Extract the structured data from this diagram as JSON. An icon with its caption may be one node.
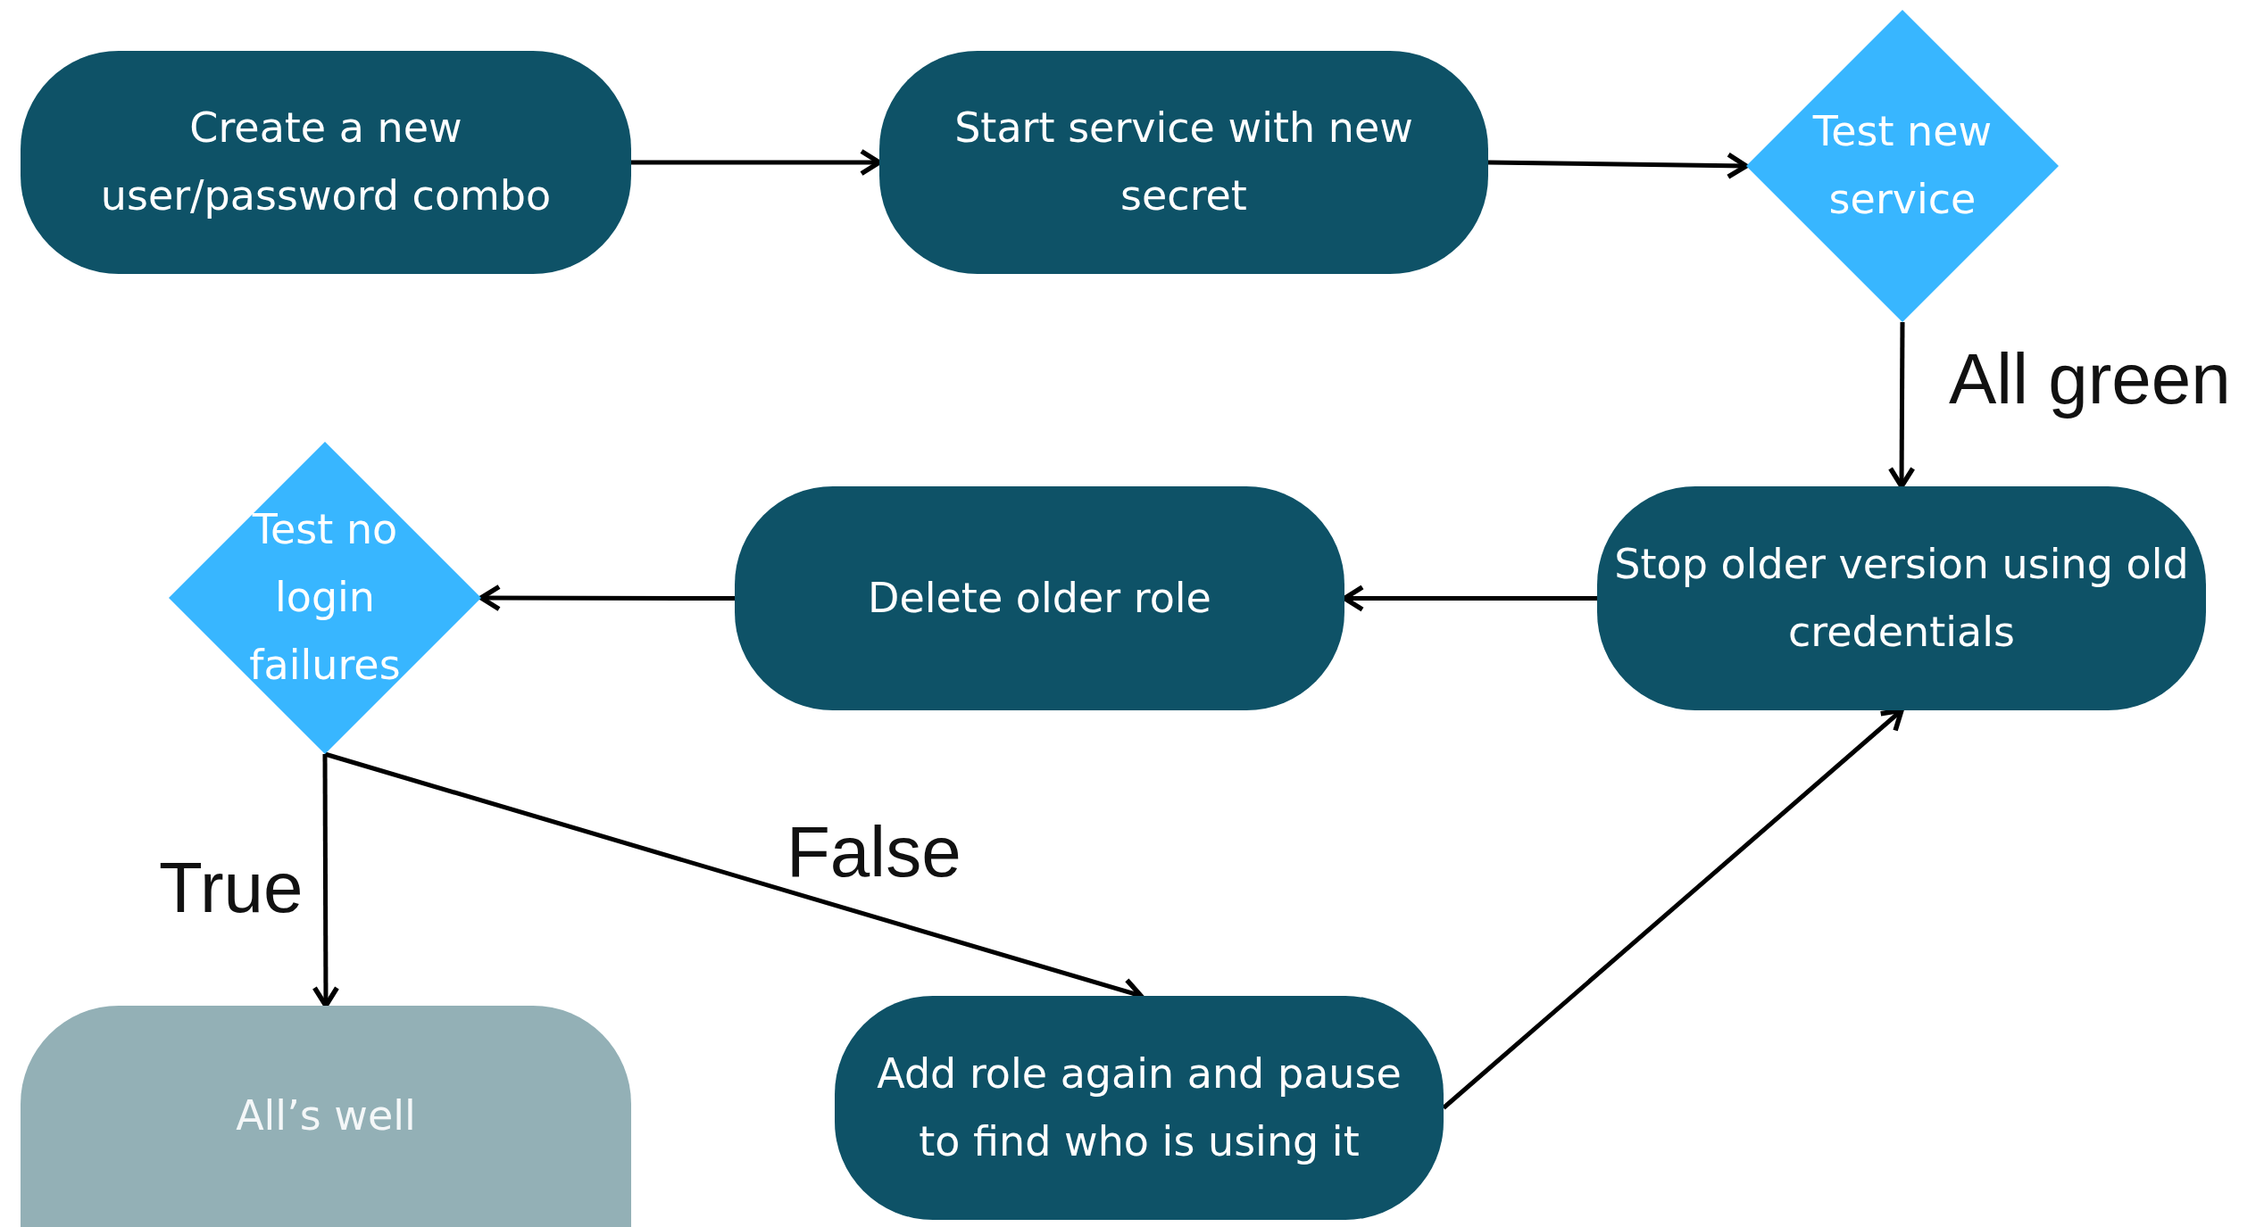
{
  "diagram": {
    "nodes": [
      {
        "text": [
          "Create a new user/password combo"
        ]
      },
      {
        "text": [
          "Start service with new secret"
        ]
      },
      {
        "text": [
          "Test new service"
        ]
      },
      {
        "text": [
          "Stop older version using old credentials"
        ]
      },
      {
        "text": [
          "Delete older role"
        ]
      },
      {
        "text": [
          "Test no login failures"
        ]
      },
      {
        "text": [
          "All’s well"
        ]
      },
      {
        "text": [
          "Add role again and pause to find who is using it"
        ]
      }
    ],
    "edges": [
      {
        "from": 0,
        "to": 1,
        "arrow": "to"
      },
      {
        "from": 1,
        "to": 2,
        "arrow": "to"
      },
      {
        "from": 2,
        "to": 3,
        "arrow": "to",
        "label": "All green"
      },
      {
        "from": 3,
        "to": 4,
        "arrow": "to"
      },
      {
        "from": 4,
        "to": 5,
        "arrow": "to"
      },
      {
        "from": 5,
        "to": 6,
        "arrow": "to",
        "label": "True"
      },
      {
        "from": 5,
        "to": 7,
        "arrow": "to",
        "label": "False"
      },
      {
        "from": 7,
        "to": 3,
        "arrow": "to"
      }
    ]
  }
}
